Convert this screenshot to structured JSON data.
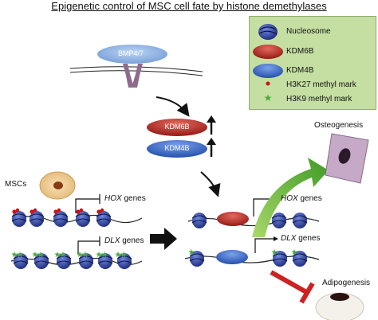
{
  "title": "Epigenetic control of MSC cell fate by histone demethylases",
  "legend": {
    "items": [
      {
        "label": "Nucleosome"
      },
      {
        "label": "KDM6B"
      },
      {
        "label": "KDM4B"
      },
      {
        "label": "H3K27 methyl mark"
      },
      {
        "label": "H3K9 methyl mark"
      }
    ]
  },
  "signal": {
    "label": "BMP4/7"
  },
  "enzymes": {
    "kdm6b": "KDM6B",
    "kdm4b": "KDM4B"
  },
  "cells": {
    "mscs": "MSCs",
    "osteogenesis": "Osteogenesis",
    "adipogenesis": "Adipogenesis"
  },
  "genes": {
    "hox_italic": "HOX",
    "hox_suffix": " genes",
    "dlx_italic": "DLX",
    "dlx_suffix": " genes"
  },
  "colors": {
    "nucleosome": "#2b3f9e",
    "kdm6b": "#b0201c",
    "kdm4b": "#2b57c0",
    "h3k27_mark": "#cc1111",
    "h3k9_mark": "#4cab3a",
    "legend_bg": "#c5dea2",
    "bmp": "#7ea6dc",
    "receptor": "#8e6b8c",
    "green_arrow": "#63b030",
    "red_inhibit": "#cc2222"
  }
}
